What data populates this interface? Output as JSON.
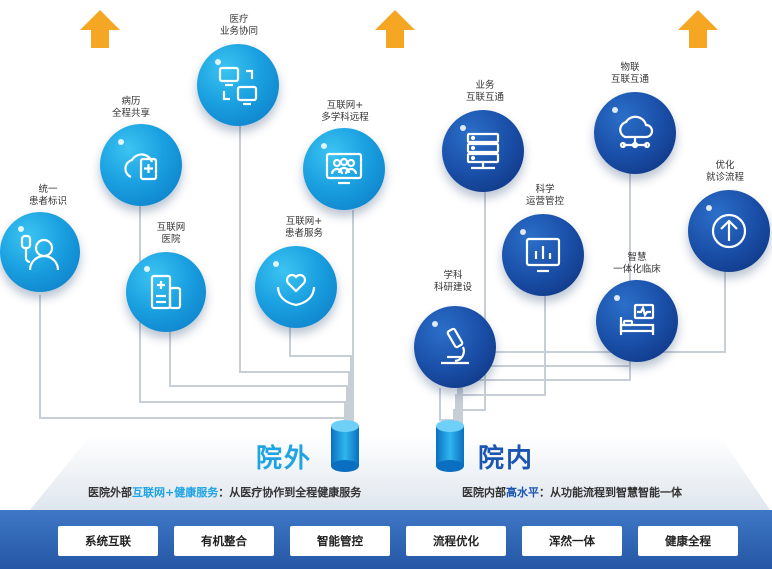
{
  "left": {
    "title": "院外",
    "subtitle_prefix": "医院外部",
    "subtitle_highlight": "互联网+健康服务",
    "subtitle_suffix": "：从医疗协作到全程健康服务",
    "nodes": [
      {
        "label1": "医疗",
        "label2": "业务协同",
        "icon": "devices-icon"
      },
      {
        "label1": "病历",
        "label2": "全程共享",
        "icon": "cloud-clipboard-icon"
      },
      {
        "label1": "互联网+",
        "label2": "多学科远程",
        "icon": "group-monitor-icon"
      },
      {
        "label1": "统一",
        "label2": "患者标识",
        "icon": "patient-id-icon"
      },
      {
        "label1": "互联网",
        "label2": "医院",
        "icon": "hospital-building-icon"
      },
      {
        "label1": "互联网+",
        "label2": "患者服务",
        "icon": "heart-hands-icon"
      }
    ]
  },
  "right": {
    "title": "院内",
    "subtitle_prefix": "医院内部",
    "subtitle_highlight": "高水平",
    "subtitle_suffix": "：从功能流程到智慧智能一体",
    "nodes": [
      {
        "label1": "业务",
        "label2": "互联互通",
        "icon": "server-icon"
      },
      {
        "label1": "物联",
        "label2": "互联互通",
        "icon": "cloud-network-icon"
      },
      {
        "label1": "科学",
        "label2": "运营管控",
        "icon": "bar-chart-icon"
      },
      {
        "label1": "优化",
        "label2": "就诊流程",
        "icon": "upload-circle-icon"
      },
      {
        "label1": "智慧",
        "label2": "一体化临床",
        "icon": "hospital-bed-icon"
      },
      {
        "label1": "学科",
        "label2": "科研建设",
        "icon": "microscope-icon"
      }
    ]
  },
  "bottom_tags": [
    "系统互联",
    "有机整合",
    "智能管控",
    "流程优化",
    "浑然一体",
    "健康全程"
  ],
  "colors": {
    "arrow": "#f5a623",
    "outer_blue": "#1ea3e3",
    "inner_blue": "#1b55b2",
    "bar": "#2f66b8"
  }
}
